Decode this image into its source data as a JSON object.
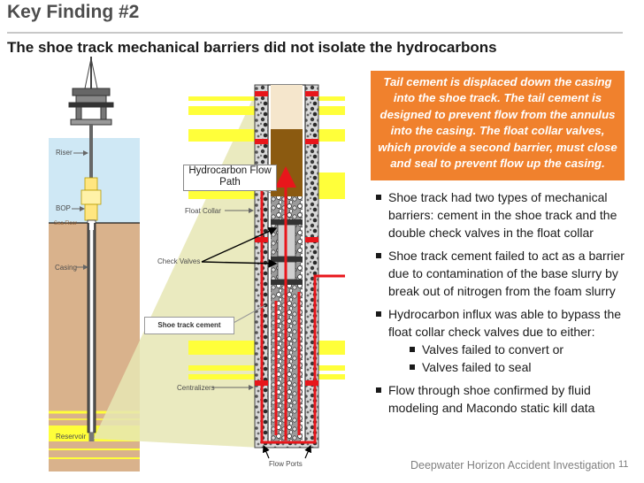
{
  "slide": {
    "title": "Key Finding #2",
    "subtitle": "The shoe track mechanical barriers did not isolate the hydrocarbons",
    "callout": "Tail cement is displaced down the casing into the shoe track.  The tail cement is designed to prevent flow from the annulus into the casing.  The float collar valves, which provide a second barrier, must close and seal to prevent flow up the casing.",
    "bullets": [
      "Shoe track had two types of mechanical barriers: cement in the shoe track and the double check valves in the float collar",
      "Shoe track cement failed to act as a barrier due to contamination of the base slurry by break out of nitrogen from the foam slurry",
      "Hydrocarbon influx was able to bypass the float collar check valves due to either:",
      "Flow through shoe confirmed by fluid modeling and Macondo static kill data"
    ],
    "sub_bullets": [
      "Valves failed to convert or",
      "Valves failed to seal"
    ],
    "footer": "Deepwater Horizon Accident Investigation",
    "page_number": "11"
  },
  "diagram": {
    "labels": {
      "riser": "Riser",
      "bop": "BOP",
      "sea_floor": "Sea Floor",
      "casing": "Casing",
      "reservoir": "Reservoir",
      "hc_flow_path": "Hydrocarbon Flow Path",
      "float_collar": "Float Collar",
      "check_valves": "Check Valves",
      "shoe_track_cement": "Shoe track cement",
      "centralizers": "Centralizers",
      "flow_ports": "Flow Ports"
    },
    "colors": {
      "water": "#cfe8f5",
      "earth": "#d9b28c",
      "reservoir_band": "#ffff3a",
      "callout": "#f0812d",
      "flow_arrow": "#e8161b",
      "cement": "#8b5a10",
      "mud": "#f5e6cc",
      "funnel": "#e6e6b4"
    }
  }
}
